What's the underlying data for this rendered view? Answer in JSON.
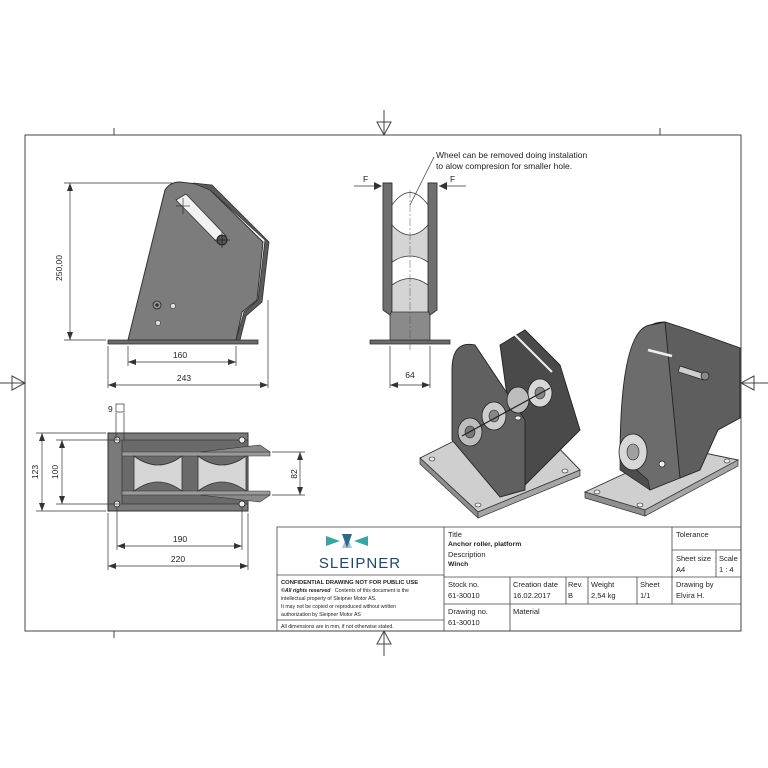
{
  "dimensions": {
    "side_height": "250,00",
    "side_base": "160",
    "side_total": "243",
    "front_width": "64",
    "top_small": "9",
    "top_height_outer": "123",
    "top_height_inner": "100",
    "top_right": "82",
    "top_inner_width": "190",
    "top_total_width": "220"
  },
  "annotations": {
    "note_line1": "Wheel can be removed doing instalation",
    "note_line2": "to alow compresion for smaller hole.",
    "force_left": "F",
    "force_right": "F"
  },
  "title_block": {
    "logo": "SLEIPNER",
    "confidential": "CONFIDENTIAL DRAWING NOT FOR PUBLIC USE",
    "rights_label": "©All rights reserved",
    "rights_text": "Contents of this document is the",
    "rights_line2": "intellectual property of Sleipner Motor AS.",
    "rights_line3": "It may not be copied or reproduced without written",
    "rights_line4": "authorization by Sleipner Motor AS",
    "dims_note": "All dimensions are in mm, if not otherwise stated.",
    "title_label": "Title",
    "title_value": "Anchor roller, platform",
    "description_label": "Description",
    "description_value": "Winch",
    "tolerance_label": "Tolerance",
    "sheet_size_label": "Sheet size",
    "sheet_size_value": "A4",
    "scale_label": "Scale",
    "scale_value": "1 : 4",
    "stock_label": "Stock no.",
    "stock_value": "61-30010",
    "creation_label": "Creation date",
    "creation_value": "16.02.2017",
    "rev_label": "Rev.",
    "rev_value": "B",
    "weight_label": "Weight",
    "weight_value": "2,54 kg",
    "sheet_label": "Sheet",
    "sheet_value": "1/1",
    "drawing_by_label": "Drawing by",
    "drawing_by_value": "Elvira H.",
    "drawing_no_label": "Drawing no.",
    "drawing_no_value": "61-30010",
    "material_label": "Material"
  }
}
